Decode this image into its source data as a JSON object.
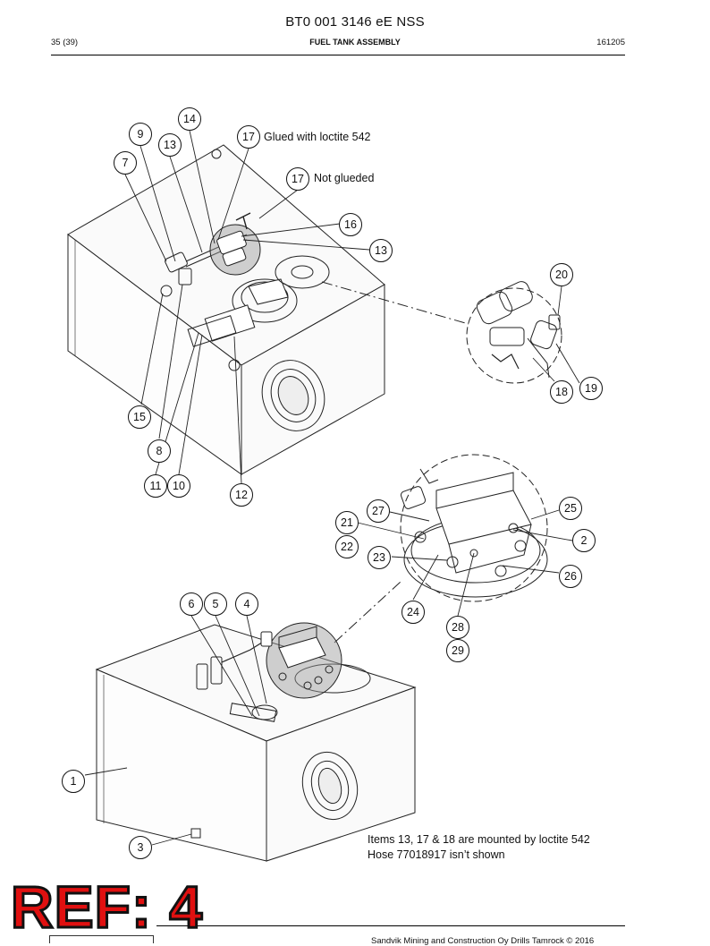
{
  "header": {
    "doc_id": "BT0 001 3146 eE NSS",
    "page": "35 (39)",
    "title": "FUEL TANK ASSEMBLY",
    "date": "161205"
  },
  "callout_texts": {
    "glued": "Glued with loctite 542",
    "not_glued": "Not glueded"
  },
  "items": [
    "14",
    "9",
    "13",
    "17",
    "7",
    "17",
    "16",
    "13",
    "20",
    "19",
    "18",
    "15",
    "8",
    "11",
    "10",
    "12",
    "27",
    "25",
    "21",
    "2",
    "22",
    "23",
    "26",
    "6",
    "5",
    "4",
    "24",
    "28",
    "29",
    "1",
    "3"
  ],
  "notes": {
    "line1": "Items 13, 17 & 18 are mounted by loctite 542",
    "line2": "Hose 77018917 isn’t shown"
  },
  "stamp": "REF: 4",
  "footer": "Sandvik Mining and Construction Oy Drills Tamrock © 2016"
}
